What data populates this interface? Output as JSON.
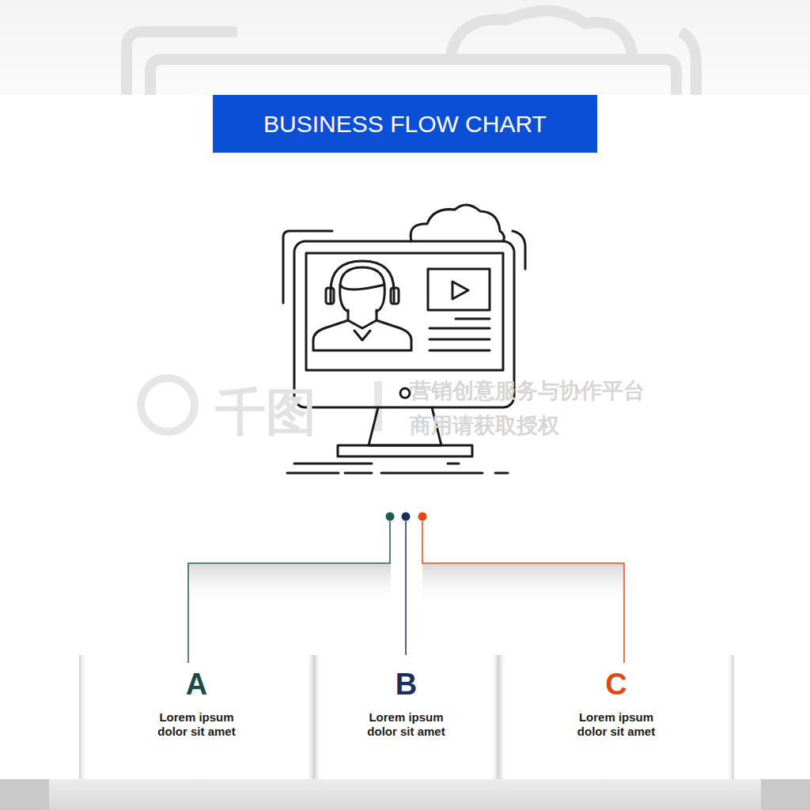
{
  "diagram": {
    "title": "BUSINESS FLOW CHART",
    "nodes": [
      {
        "text": [
          "A",
          "Lorem ipsum dolor sit amet"
        ]
      },
      {
        "text": [
          "B",
          "Lorem ipsum dolor sit amet"
        ]
      },
      {
        "text": [
          "C",
          "Lorem ipsum dolor sit amet"
        ]
      }
    ],
    "labels": [
      "千图",
      "营销创意服务与协作平台",
      "商用请获取授权"
    ]
  }
}
